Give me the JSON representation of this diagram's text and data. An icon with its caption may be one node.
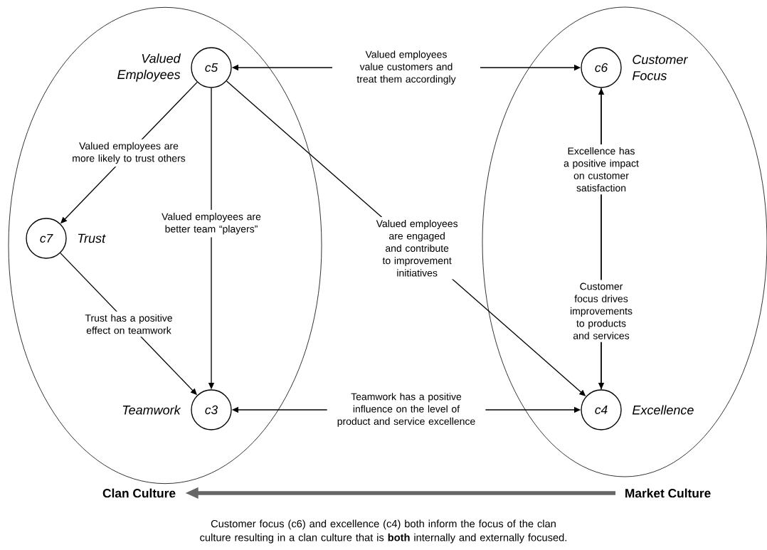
{
  "diagram": {
    "caption": "Customer focus (c6) and excellence (c4) both inform the focus of the clan culture resulting in a clan culture that is **both** internally and externally focused.",
    "nodes": [
      {
        "text": [],
        "shape": "ellipse"
      },
      {
        "text": [],
        "shape": "ellipse"
      },
      {
        "text": [
          "c5"
        ],
        "in": 0,
        "beside": [
          "Valued Employees"
        ]
      },
      {
        "text": [
          "c6"
        ],
        "in": 1,
        "beside": [
          "Customer Focus"
        ]
      },
      {
        "text": [
          "c7"
        ],
        "in": 0,
        "beside": [
          "Trust"
        ]
      },
      {
        "text": [
          "c3"
        ],
        "in": 0,
        "beside": [
          "Teamwork"
        ]
      },
      {
        "text": [
          "c4"
        ],
        "in": 1,
        "beside": [
          "Excellence"
        ]
      },
      {
        "text": [
          "Clan Culture"
        ]
      },
      {
        "text": [
          "Market Culture"
        ]
      }
    ],
    "edges": [
      {
        "from": 2,
        "to": 3,
        "arrow": "both",
        "label": "Valued employees value customers and treat them accordingly"
      },
      {
        "from": 2,
        "to": 4,
        "arrow": "to",
        "label": "Valued employees are more likely to trust others"
      },
      {
        "from": 2,
        "to": 5,
        "arrow": "to",
        "label": "Valued employees are better team “players”"
      },
      {
        "from": 2,
        "to": 6,
        "arrow": "to",
        "label": "Valued employees are engaged and contribute to improvement initiatives"
      },
      {
        "from": 6,
        "to": 3,
        "arrow": "to",
        "label": "Excellence has a positive impact on customer satisfaction"
      },
      {
        "from": 3,
        "to": 6,
        "arrow": "to",
        "label": "Customer focus drives improvements to products and services"
      },
      {
        "from": 4,
        "to": 5,
        "arrow": "to",
        "label": "Trust has a positive effect on teamwork"
      },
      {
        "from": 5,
        "to": 6,
        "arrow": "both",
        "label": "Teamwork has a positive influence on the level of product and service excellence"
      },
      {
        "from": 8,
        "to": 7,
        "arrow": "to",
        "style": "thick",
        "color": "#666666"
      }
    ]
  }
}
